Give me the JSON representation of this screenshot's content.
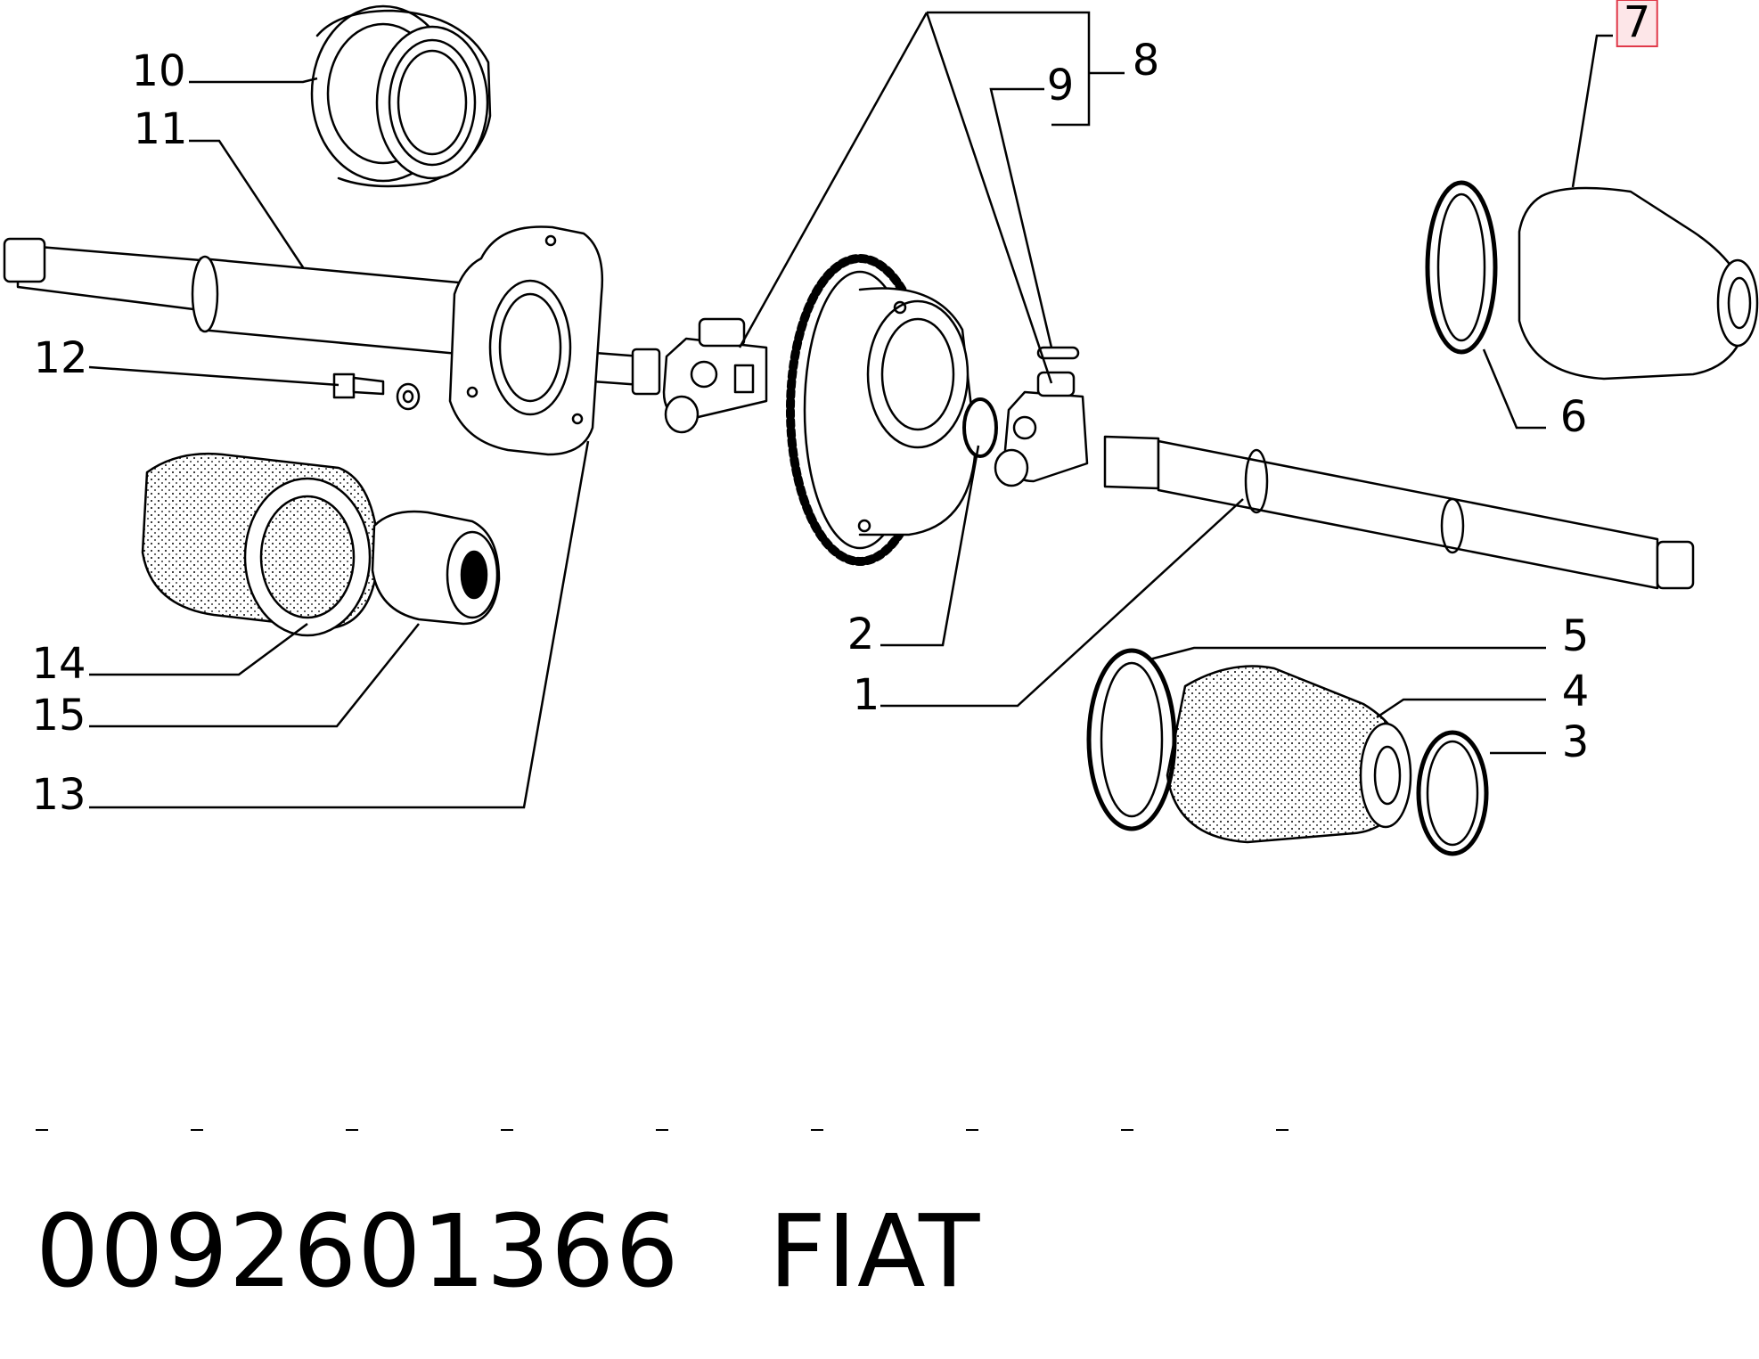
{
  "callouts": [
    {
      "id": "1",
      "label": "1"
    },
    {
      "id": "2",
      "label": "2"
    },
    {
      "id": "3",
      "label": "3"
    },
    {
      "id": "4",
      "label": "4"
    },
    {
      "id": "5",
      "label": "5"
    },
    {
      "id": "6",
      "label": "6"
    },
    {
      "id": "7",
      "label": "7",
      "highlighted": true
    },
    {
      "id": "8",
      "label": "8"
    },
    {
      "id": "9",
      "label": "9"
    },
    {
      "id": "10",
      "label": "10"
    },
    {
      "id": "11",
      "label": "11"
    },
    {
      "id": "12",
      "label": "12"
    },
    {
      "id": "13",
      "label": "13"
    },
    {
      "id": "14",
      "label": "14"
    },
    {
      "id": "15",
      "label": "15"
    }
  ],
  "footer": {
    "part_number": "0092601366",
    "brand": "FIAT"
  },
  "colors": {
    "ink": "#000000",
    "highlight_border": "#e03a4a",
    "highlight_fill": "#fde6e8"
  }
}
